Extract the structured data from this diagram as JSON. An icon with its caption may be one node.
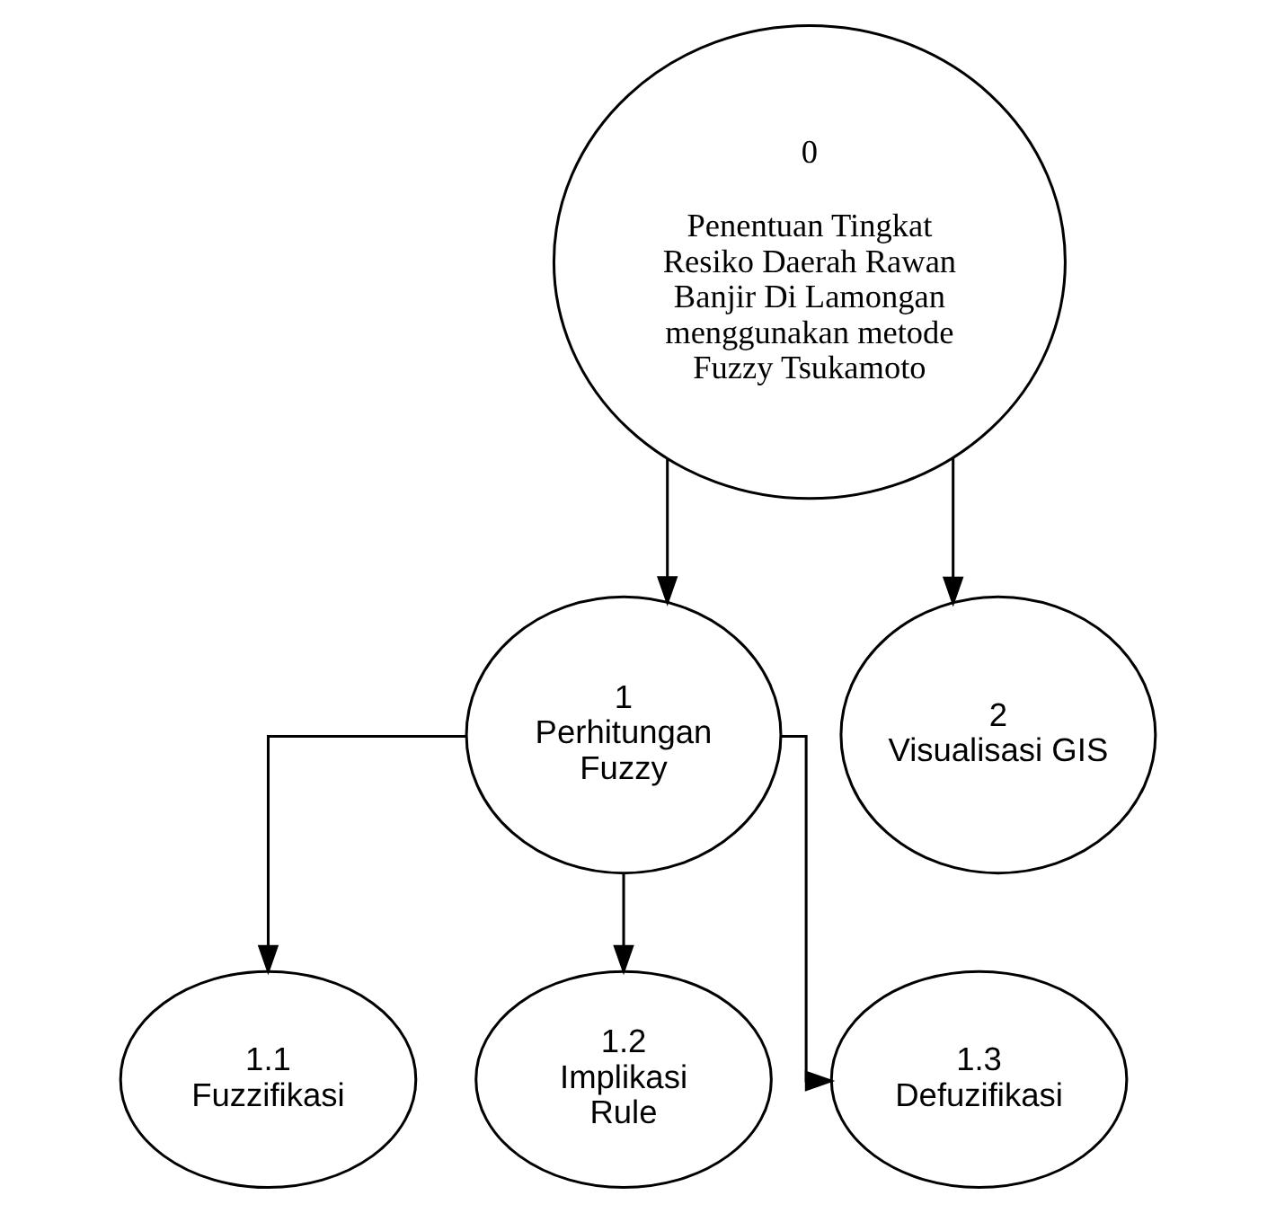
{
  "diagram": {
    "nodes": [
      {
        "text": [
          "0",
          "Penentuan Tingkat Resiko Daerah Rawan Banjir Di Lamongan menggunakan metode Fuzzy Tsukamoto"
        ]
      },
      {
        "text": [
          "1",
          "Perhitungan Fuzzy"
        ]
      },
      {
        "text": [
          "2",
          "Visualisasi GIS"
        ]
      },
      {
        "text": [
          "1.1",
          "Fuzzifikasi"
        ]
      },
      {
        "text": [
          "1.2",
          "Implikasi Rule"
        ]
      },
      {
        "text": [
          "1.3",
          "Defuzifikasi"
        ]
      }
    ],
    "edges": [
      {
        "from": 0,
        "to": 1,
        "arrow": "to"
      },
      {
        "from": 0,
        "to": 2,
        "arrow": "to"
      },
      {
        "from": 1,
        "to": 3,
        "arrow": "to"
      },
      {
        "from": 1,
        "to": 4,
        "arrow": "to"
      },
      {
        "from": 1,
        "to": 5,
        "arrow": "to"
      }
    ]
  }
}
